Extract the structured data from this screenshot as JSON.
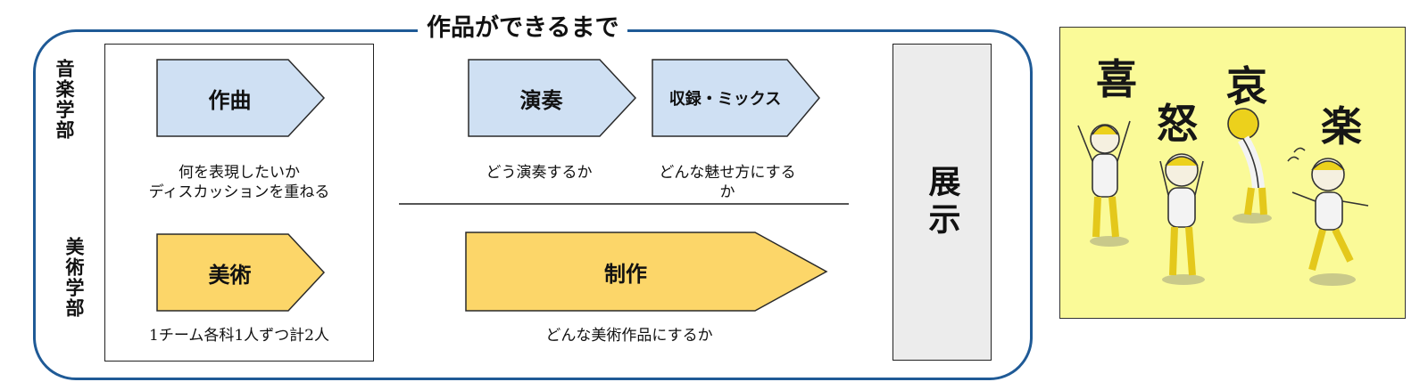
{
  "title": "作品ができるまで",
  "rows": {
    "music_label": "音楽学部",
    "art_label": "美術学部"
  },
  "music_steps": [
    {
      "label": "作曲",
      "caption_lines": [
        "何を表現したいか",
        "ディスカッションを重ねる"
      ]
    },
    {
      "label": "演奏",
      "caption_lines": [
        "どう演奏するか"
      ]
    },
    {
      "label": "収録・ミックス",
      "caption_lines": [
        "どんな魅せ方にする",
        "か"
      ]
    }
  ],
  "art_steps": [
    {
      "label": "美術",
      "caption_lines": [
        "1チーム各科1人ずつ計2人"
      ]
    },
    {
      "label": "制作",
      "caption_lines": [
        "どんな美術作品にするか"
      ]
    }
  ],
  "exhibit": "展示",
  "illustration": {
    "kanji": [
      "喜",
      "怒",
      "哀",
      "楽"
    ]
  },
  "colors": {
    "frame": "#1f5a96",
    "music_fill": "#cfe0f3",
    "art_fill": "#fcd669",
    "exhibit_fill": "#ececec",
    "illustration_bg": "#fafa98"
  }
}
